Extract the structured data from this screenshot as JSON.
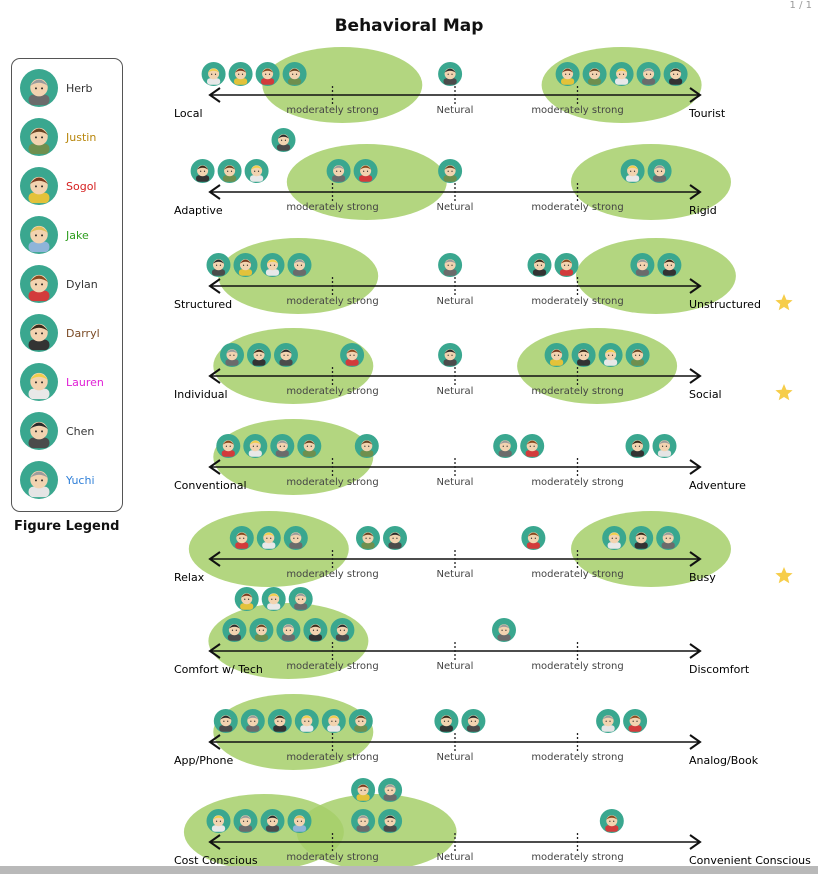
{
  "page_number": "1 / 1",
  "title": "Behavioral Map",
  "legend_title": "Figure Legend",
  "colors": {
    "highlight": "#a6cf6a",
    "avatar_ring": "#3aa78f",
    "star": "#f6cd4a"
  },
  "personas": [
    {
      "id": "herb",
      "name": "Herb",
      "color": "#333333",
      "skin": "#f2d3b0",
      "hair": "#9b9b9b",
      "shirt": "#6b6b6b"
    },
    {
      "id": "justin",
      "name": "Justin",
      "color": "#b8860b",
      "skin": "#f2d3b0",
      "hair": "#6b4423",
      "shirt": "#6f8f4e"
    },
    {
      "id": "sogol",
      "name": "Sogol",
      "color": "#d62020",
      "skin": "#f2d3b0",
      "hair": "#7a3b1f",
      "shirt": "#e3c23a"
    },
    {
      "id": "jake",
      "name": "Jake",
      "color": "#2e9d1e",
      "skin": "#f2d3b0",
      "hair": "#e0c05a",
      "shirt": "#8fb4d9"
    },
    {
      "id": "dylan",
      "name": "Dylan",
      "color": "#333333",
      "skin": "#f2d3b0",
      "hair": "#8a4a1f",
      "shirt": "#d23b3b"
    },
    {
      "id": "darryl",
      "name": "Darryl",
      "color": "#7a4a25",
      "skin": "#f2d3b0",
      "hair": "#3a2a1a",
      "shirt": "#333333"
    },
    {
      "id": "lauren",
      "name": "Lauren",
      "color": "#e020d6",
      "skin": "#f2d3b0",
      "hair": "#f0cf4a",
      "shirt": "#e8e8e8"
    },
    {
      "id": "chen",
      "name": "Chen",
      "color": "#333333",
      "skin": "#f2d3b0",
      "hair": "#2a2a2a",
      "shirt": "#4b4b4b"
    },
    {
      "id": "yuchi",
      "name": "Yuchi",
      "color": "#2f7fd8",
      "skin": "#f2d3b0",
      "hair": "#9c9c9c",
      "shirt": "#e5e5e5"
    }
  ],
  "scales": [
    {
      "id": "local-tourist",
      "left": "Local",
      "right": "Tourist",
      "mid_left": "moderately strong",
      "middle": "Netural",
      "mid_right": "moderately strong",
      "star": false,
      "highlights": [
        {
          "pos": 0.27
        },
        {
          "pos": 0.84
        }
      ],
      "groups": [
        {
          "pos": 0.09,
          "personas": [
            "lauren",
            "sogol",
            "dylan",
            "justin"
          ]
        },
        {
          "pos": 0.49,
          "personas": [
            "chen"
          ]
        },
        {
          "pos": 0.84,
          "personas": [
            "sogol",
            "justin",
            "lauren",
            "herb",
            "darryl"
          ]
        }
      ]
    },
    {
      "id": "adaptive-rigid",
      "left": "Adaptive",
      "right": "Rigid",
      "mid_left": "moderately strong",
      "middle": "Netural",
      "mid_right": "moderately strong",
      "star": false,
      "highlights": [
        {
          "pos": 0.32
        },
        {
          "pos": 0.9
        }
      ],
      "groups": [
        {
          "pos": 0.04,
          "personas": [
            "darryl",
            "justin",
            "lauren"
          ]
        },
        {
          "pos": 0.15,
          "personas": [
            "chen"
          ],
          "raised": true
        },
        {
          "pos": 0.29,
          "personas": [
            "herb",
            "dylan"
          ]
        },
        {
          "pos": 0.49,
          "personas": [
            "justin"
          ]
        },
        {
          "pos": 0.89,
          "personas": [
            "lauren",
            "herb"
          ]
        }
      ]
    },
    {
      "id": "structured-unstructured",
      "left": "Structured",
      "right": "Unstructured",
      "mid_left": "moderately strong",
      "middle": "Netural",
      "mid_right": "moderately strong",
      "star": true,
      "highlights": [
        {
          "pos": 0.18
        },
        {
          "pos": 0.91
        }
      ],
      "groups": [
        {
          "pos": 0.1,
          "personas": [
            "chen",
            "sogol",
            "lauren",
            "herb"
          ]
        },
        {
          "pos": 0.49,
          "personas": [
            "herb"
          ]
        },
        {
          "pos": 0.7,
          "personas": [
            "darryl",
            "dylan"
          ]
        },
        {
          "pos": 0.91,
          "personas": [
            "herb",
            "darryl"
          ]
        }
      ]
    },
    {
      "id": "individual-social",
      "left": "Individual",
      "right": "Social",
      "mid_left": "moderately strong",
      "middle": "Netural",
      "mid_right": "moderately strong",
      "star": true,
      "highlights": [
        {
          "pos": 0.17
        },
        {
          "pos": 0.79
        }
      ],
      "groups": [
        {
          "pos": 0.1,
          "personas": [
            "herb",
            "darryl",
            "chen"
          ]
        },
        {
          "pos": 0.29,
          "personas": [
            "dylan"
          ]
        },
        {
          "pos": 0.49,
          "personas": [
            "chen"
          ]
        },
        {
          "pos": 0.79,
          "personas": [
            "sogol",
            "darryl",
            "lauren",
            "justin"
          ]
        }
      ]
    },
    {
      "id": "conventional-adventure",
      "left": "Conventional",
      "right": "Adventure",
      "mid_left": "moderately strong",
      "middle": "Netural",
      "mid_right": "moderately strong",
      "star": false,
      "highlights": [
        {
          "pos": 0.17
        }
      ],
      "groups": [
        {
          "pos": 0.12,
          "personas": [
            "dylan",
            "lauren",
            "herb",
            "justin"
          ]
        },
        {
          "pos": 0.32,
          "personas": [
            "justin"
          ]
        },
        {
          "pos": 0.63,
          "personas": [
            "herb",
            "dylan"
          ]
        },
        {
          "pos": 0.9,
          "personas": [
            "darryl",
            "yuchi"
          ]
        }
      ]
    },
    {
      "id": "relax-busy",
      "left": "Relax",
      "right": "Busy",
      "mid_left": "moderately strong",
      "middle": "Netural",
      "mid_right": "moderately strong",
      "star": true,
      "highlights": [
        {
          "pos": 0.12
        },
        {
          "pos": 0.9
        }
      ],
      "groups": [
        {
          "pos": 0.12,
          "personas": [
            "dylan",
            "lauren",
            "herb"
          ]
        },
        {
          "pos": 0.35,
          "personas": [
            "justin",
            "chen"
          ]
        },
        {
          "pos": 0.66,
          "personas": [
            "dylan"
          ]
        },
        {
          "pos": 0.88,
          "personas": [
            "lauren",
            "darryl",
            "herb"
          ]
        }
      ]
    },
    {
      "id": "tech-comfort",
      "left": "Comfort w/ Tech",
      "right": "Discomfort",
      "mid_left": "moderately strong",
      "middle": "Netural",
      "mid_right": "moderately strong",
      "star": false,
      "highlights": [
        {
          "pos": 0.16
        }
      ],
      "groups": [
        {
          "pos": 0.13,
          "personas": [
            "sogol",
            "lauren",
            "herb"
          ],
          "raised": true
        },
        {
          "pos": 0.16,
          "personas": [
            "chen",
            "justin",
            "herb",
            "darryl",
            "chen"
          ]
        },
        {
          "pos": 0.6,
          "personas": [
            "herb"
          ]
        }
      ]
    },
    {
      "id": "app-analog",
      "left": "App/Phone",
      "right": "Analog/Book",
      "mid_left": "moderately strong",
      "middle": "Netural",
      "mid_right": "moderately strong",
      "star": false,
      "highlights": [
        {
          "pos": 0.17
        }
      ],
      "groups": [
        {
          "pos": 0.17,
          "personas": [
            "chen",
            "herb",
            "darryl",
            "lauren",
            "lauren",
            "justin"
          ]
        },
        {
          "pos": 0.51,
          "personas": [
            "darryl",
            "chen"
          ]
        },
        {
          "pos": 0.84,
          "personas": [
            "yuchi",
            "dylan"
          ]
        }
      ]
    },
    {
      "id": "cost-convenience",
      "left": "Cost Conscious",
      "right": "Convenient Conscious",
      "mid_left": "moderately strong",
      "middle": "Netural",
      "mid_right": "moderately strong",
      "star": false,
      "highlights": [
        {
          "pos": 0.11
        },
        {
          "pos": 0.34
        }
      ],
      "groups": [
        {
          "pos": 0.1,
          "personas": [
            "lauren",
            "herb",
            "chen",
            "jake"
          ]
        },
        {
          "pos": 0.34,
          "personas": [
            "sogol",
            "herb"
          ],
          "raised": true
        },
        {
          "pos": 0.34,
          "personas": [
            "herb",
            "chen"
          ]
        },
        {
          "pos": 0.82,
          "personas": [
            "dylan"
          ]
        }
      ]
    }
  ]
}
